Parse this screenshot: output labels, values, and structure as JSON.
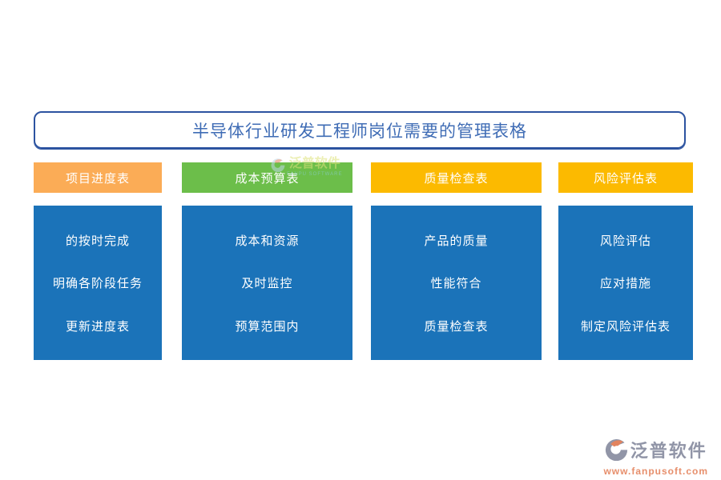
{
  "title": "半导体行业研发工程师岗位需要的管理表格",
  "columns": [
    {
      "header": "项目进度表",
      "header_color": "#FBAC56",
      "items": [
        "的按时完成",
        "明确各阶段任务",
        "更新进度表"
      ]
    },
    {
      "header": "成本预算表",
      "header_color": "#6CBE4A",
      "items": [
        "成本和资源",
        "及时监控",
        "预算范围内"
      ]
    },
    {
      "header": "质量检查表",
      "header_color": "#FCBA00",
      "items": [
        "产品的质量",
        "性能符合",
        "质量检查表"
      ]
    },
    {
      "header": "风险评估表",
      "header_color": "#FCBA00",
      "items": [
        "风险评估",
        "应对措施",
        "制定风险评估表"
      ]
    }
  ],
  "colors": {
    "title_border": "#2C53A0",
    "title_text": "#3F6CB5",
    "card_bg": "#1B73B9",
    "card_text": "#FFFFFF",
    "logo_gray": "#9195A7",
    "logo_orange": "#E2835E",
    "url_text": "#E78F6C"
  },
  "watermark": {
    "brand": "泛普软件",
    "subtext": "FANPU SOFTWARE"
  },
  "footer": {
    "brand": "泛普软件",
    "url": "www.fanpusoft.com"
  }
}
